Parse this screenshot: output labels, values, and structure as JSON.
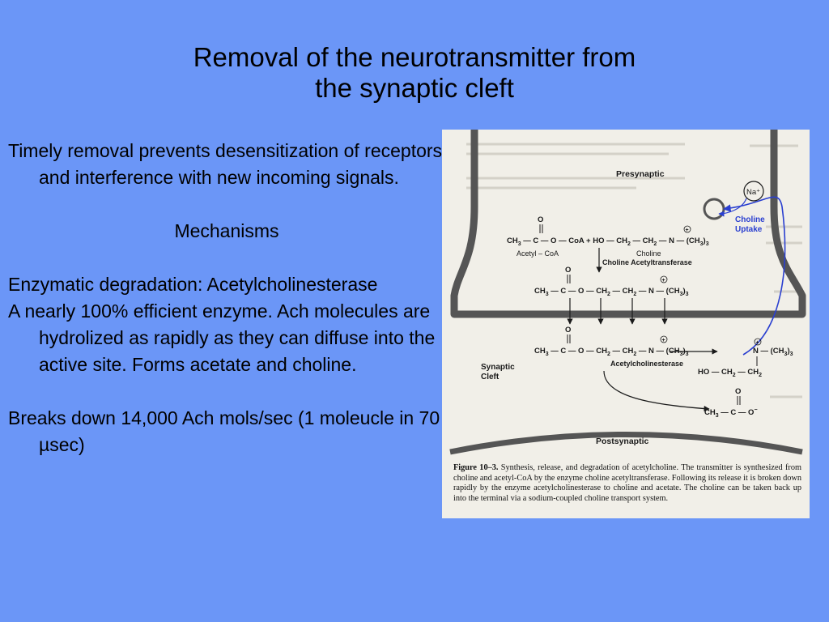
{
  "slide": {
    "title_line1": "Removal of the neurotransmitter from",
    "title_line2": "the synaptic cleft",
    "para1": "Timely removal prevents desensitization of receptors and interference with new incoming signals.",
    "mechanisms": "Mechanisms",
    "para2": "Enzymatic degradation: Acetylcholinesterase",
    "para3": "A nearly 100% efficient enzyme. Ach molecules are hydrolized as rapidly as they can diffuse into the active site. Forms acetate and choline.",
    "para4": "Breaks down 14,000 Ach mols/sec (1 moleucle in 70 µsec)"
  },
  "figure": {
    "presynaptic": "Presynaptic",
    "postsynaptic": "Postsynaptic",
    "synaptic_cleft_1": "Synaptic",
    "synaptic_cleft_2": "Cleft",
    "na_ion": "Na⁺",
    "choline_uptake_1": "Choline",
    "choline_uptake_2": "Uptake",
    "acetyl_coa_label": "Acetyl – CoA",
    "choline_label": "Choline",
    "choline_acetyltransferase": "Choline Acetyltransferase",
    "acetylcholinesterase": "Acetylcholinesterase",
    "caption_bold": "Figure 10–3.",
    "caption_text": " Synthesis, release, and degradation of acetylcholine. The transmitter is synthesized from choline and acetyl-CoA by the enzyme choline acetyltransferase. Following its release it is broken down rapidly by the enzyme acetylcholinesterase to choline and acetate. The choline can be taken back up into the terminal via a sodium-coupled choline transport system."
  },
  "colors": {
    "background": "#6b96f7",
    "figure_bg": "#f1efe8",
    "figure_ink": "#1a1a1a",
    "accent_blue": "#2a3fd0"
  }
}
